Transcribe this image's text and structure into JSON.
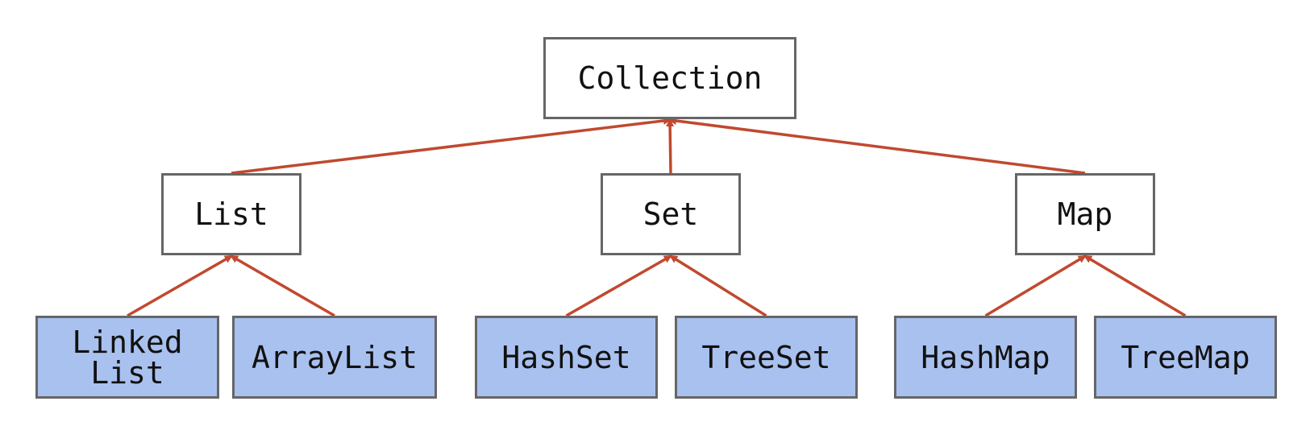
{
  "colors": {
    "edge": "#c0492f",
    "impl_fill": "#a9c1ef",
    "border": "#666666"
  },
  "nodes": {
    "collection": "Collection",
    "list": "List",
    "set": "Set",
    "map": "Map",
    "linkedlist": [
      "Linked",
      "List"
    ],
    "arraylist": "ArrayList",
    "hashset": "HashSet",
    "treeset": "TreeSet",
    "hashmap": "HashMap",
    "treemap": "TreeMap"
  },
  "edges": [
    {
      "from": "list",
      "to": "collection"
    },
    {
      "from": "set",
      "to": "collection"
    },
    {
      "from": "map",
      "to": "collection"
    },
    {
      "from": "linkedlist",
      "to": "list"
    },
    {
      "from": "arraylist",
      "to": "list"
    },
    {
      "from": "hashset",
      "to": "set"
    },
    {
      "from": "treeset",
      "to": "set"
    },
    {
      "from": "hashmap",
      "to": "map"
    },
    {
      "from": "treemap",
      "to": "map"
    }
  ]
}
